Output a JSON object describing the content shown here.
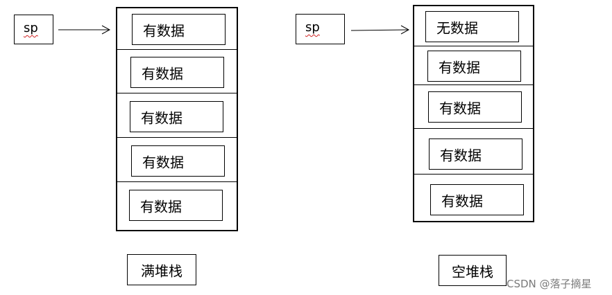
{
  "full_stack": {
    "pointer_label": "sp",
    "cells": [
      "有数据",
      "有数据",
      "有数据",
      "有数据",
      "有数据"
    ],
    "caption": "满堆栈"
  },
  "empty_stack": {
    "pointer_label": "sp",
    "cells": [
      "无数据",
      "有数据",
      "有数据",
      "有数据",
      "有数据"
    ],
    "caption": "空堆栈"
  },
  "watermark": "CSDN @落子摘星"
}
